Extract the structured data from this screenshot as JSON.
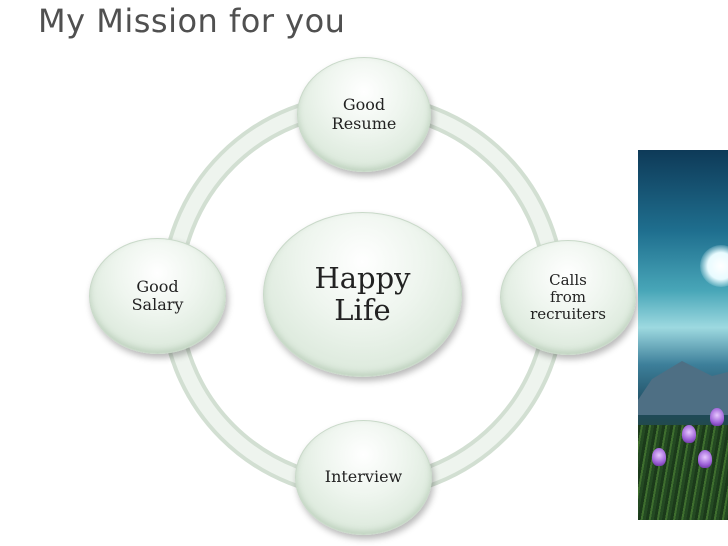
{
  "slide": {
    "title": "My Mission for you"
  },
  "diagram": {
    "center": "Happy\nLife",
    "nodes": {
      "top": "Good\nResume",
      "right": "Calls\nfrom\nrecruiters",
      "bottom": "Interview",
      "left": "Good\nSalary"
    },
    "colors": {
      "ring": "#dfe9df",
      "node_fill": "#e6f0e6",
      "node_border": "#c9d9c9",
      "text": "#222222",
      "title": "#505050"
    }
  },
  "photo": {
    "description_icon": "night-landscape-image"
  }
}
